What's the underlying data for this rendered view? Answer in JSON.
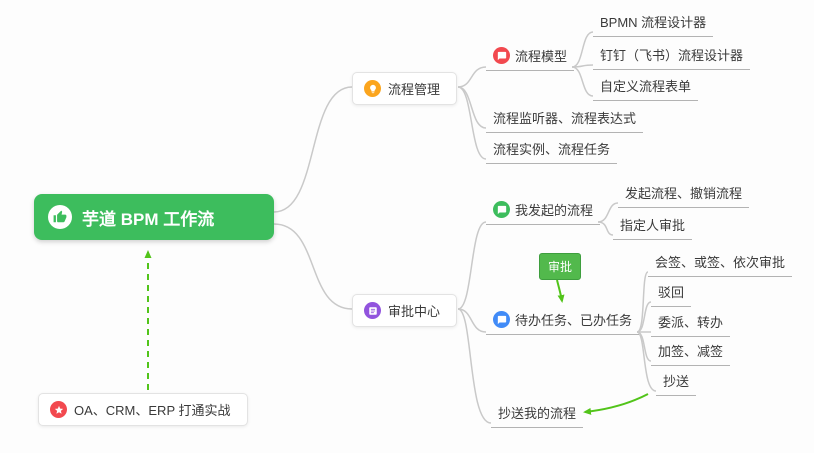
{
  "root": {
    "label": "芋道 BPM 工作流"
  },
  "nodes": {
    "process_mgmt": {
      "label": "流程管理"
    },
    "process_model": {
      "label": "流程模型"
    },
    "bpmn_designer": {
      "label": "BPMN 流程设计器"
    },
    "dingtalk_designer": {
      "label": "钉钉（飞书）流程设计器"
    },
    "custom_form": {
      "label": "自定义流程表单"
    },
    "listener_expression": {
      "label": "流程监听器、流程表达式"
    },
    "instance_task": {
      "label": "流程实例、流程任务"
    },
    "approval_center": {
      "label": "审批中心"
    },
    "my_initiated": {
      "label": "我发起的流程"
    },
    "start_cancel": {
      "label": "发起流程、撤销流程"
    },
    "assignee_approval": {
      "label": "指定人审批"
    },
    "todo_done": {
      "label": "待办任务、已办任务"
    },
    "countersign": {
      "label": "会签、或签、依次审批"
    },
    "reject": {
      "label": "驳回"
    },
    "delegate_transfer": {
      "label": "委派、转办"
    },
    "add_reduce_sign": {
      "label": "加签、减签"
    },
    "cc": {
      "label": "抄送"
    },
    "cc_my_process": {
      "label": "抄送我的流程"
    },
    "practice_note": {
      "label": "OA、CRM、ERP 打通实战"
    }
  },
  "badges": {
    "approval": {
      "label": "审批"
    }
  },
  "colors": {
    "root_bg": "#3dbd5d",
    "arrow_green": "#52c41a",
    "connector_gray": "#c9c9c9",
    "badge_green": "#52b94c",
    "icon_orange": "#fba51e",
    "icon_red": "#f2494f",
    "icon_green": "#3dbd5d",
    "icon_blue": "#418bf7",
    "icon_purple": "#9254de"
  }
}
